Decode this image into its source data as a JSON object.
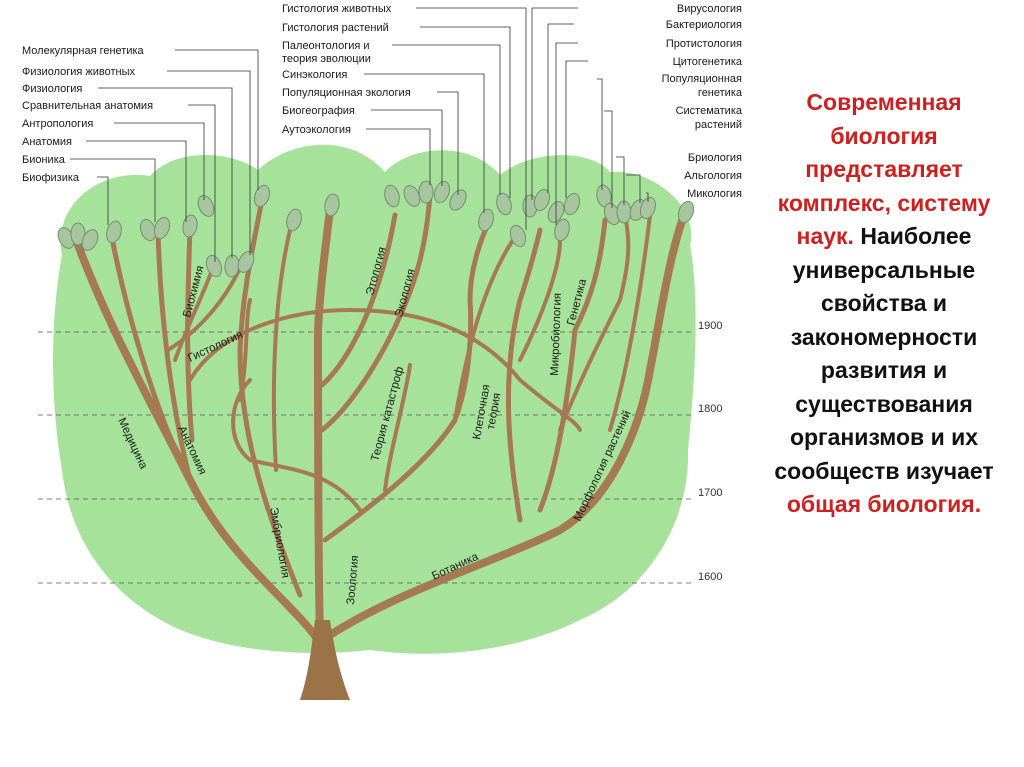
{
  "left_labels": [
    "Молекулярная генетика",
    "Физиология животных",
    "Физиология",
    "Сравнительная анатомия",
    "Антропология",
    "Анатомия",
    "Бионика",
    "Биофизика"
  ],
  "center_labels": [
    "Гистология животных",
    "Гистология растений",
    "Палеонтология и",
    "теория эволюции",
    "Синэкология",
    "Популяционная экология",
    "Биогеография",
    "Аутоэкология"
  ],
  "right_labels": [
    "Вирусология",
    "Бактериология",
    "Протистология",
    "Цитогенетика",
    "Популяционная",
    "генетика",
    "Систематика",
    "растений",
    "Бриология",
    "Альгология",
    "Микология"
  ],
  "branch_labels": {
    "biochemistry": "Биохимия",
    "histology": "Гистология",
    "medicine": "Медицина",
    "anatomy": "Анатомия",
    "embryology": "Эмбриология",
    "zoology": "Зоология",
    "ethology": "Этология",
    "ecology": "Экология",
    "catastrophe_1": "Теория катастроф",
    "cell_1": "Клеточная",
    "cell_2": "теория",
    "microbiology": "Микробиология",
    "genetics": "Генетика",
    "botany": "Ботаника",
    "plant_morphology": "Морфология растений"
  },
  "years": [
    "1900",
    "1800",
    "1700",
    "1600"
  ],
  "caption": {
    "red_1": "Современная биология представляет комплекс, систему наук.",
    "black": "Наиболее универсальные свойства и закономерности развития и существования организмов и их сообществ изучает",
    "red_2": "общая биология."
  },
  "colors": {
    "crown": "#a7e29b",
    "branch": "#a57a52",
    "trunk": "#9c7347",
    "leaf": "#a7c6a0",
    "accent_red": "#d01f1f"
  }
}
